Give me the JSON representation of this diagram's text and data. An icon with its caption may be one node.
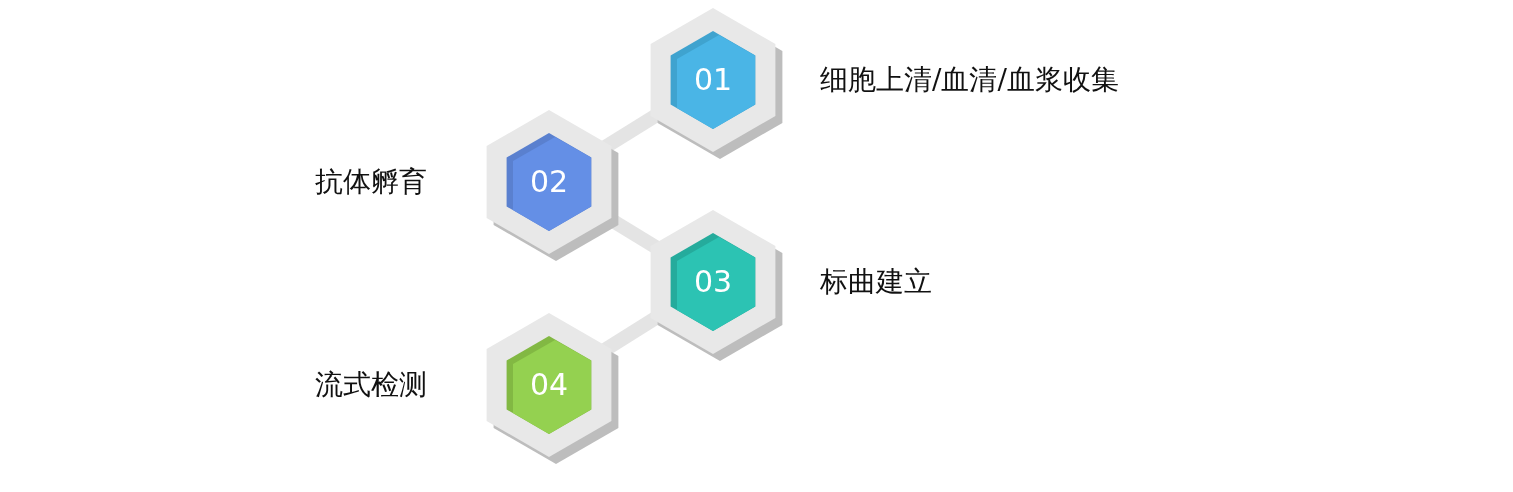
{
  "diagram": {
    "nodes": [
      {
        "text": [
          "01"
        ],
        "beside": [
          "细胞上清/血清/血浆收集"
        ]
      },
      {
        "text": [
          "02"
        ],
        "beside": [
          "抗体孵育"
        ]
      },
      {
        "text": [
          "03"
        ],
        "beside": [
          "标曲建立"
        ]
      },
      {
        "text": [
          "04"
        ],
        "beside": [
          "流式检测"
        ]
      }
    ],
    "edges": [
      {
        "from": 0,
        "to": 1,
        "arrow": "none"
      },
      {
        "from": 1,
        "to": 2,
        "arrow": "none"
      },
      {
        "from": 2,
        "to": 3,
        "arrow": "none"
      }
    ]
  }
}
